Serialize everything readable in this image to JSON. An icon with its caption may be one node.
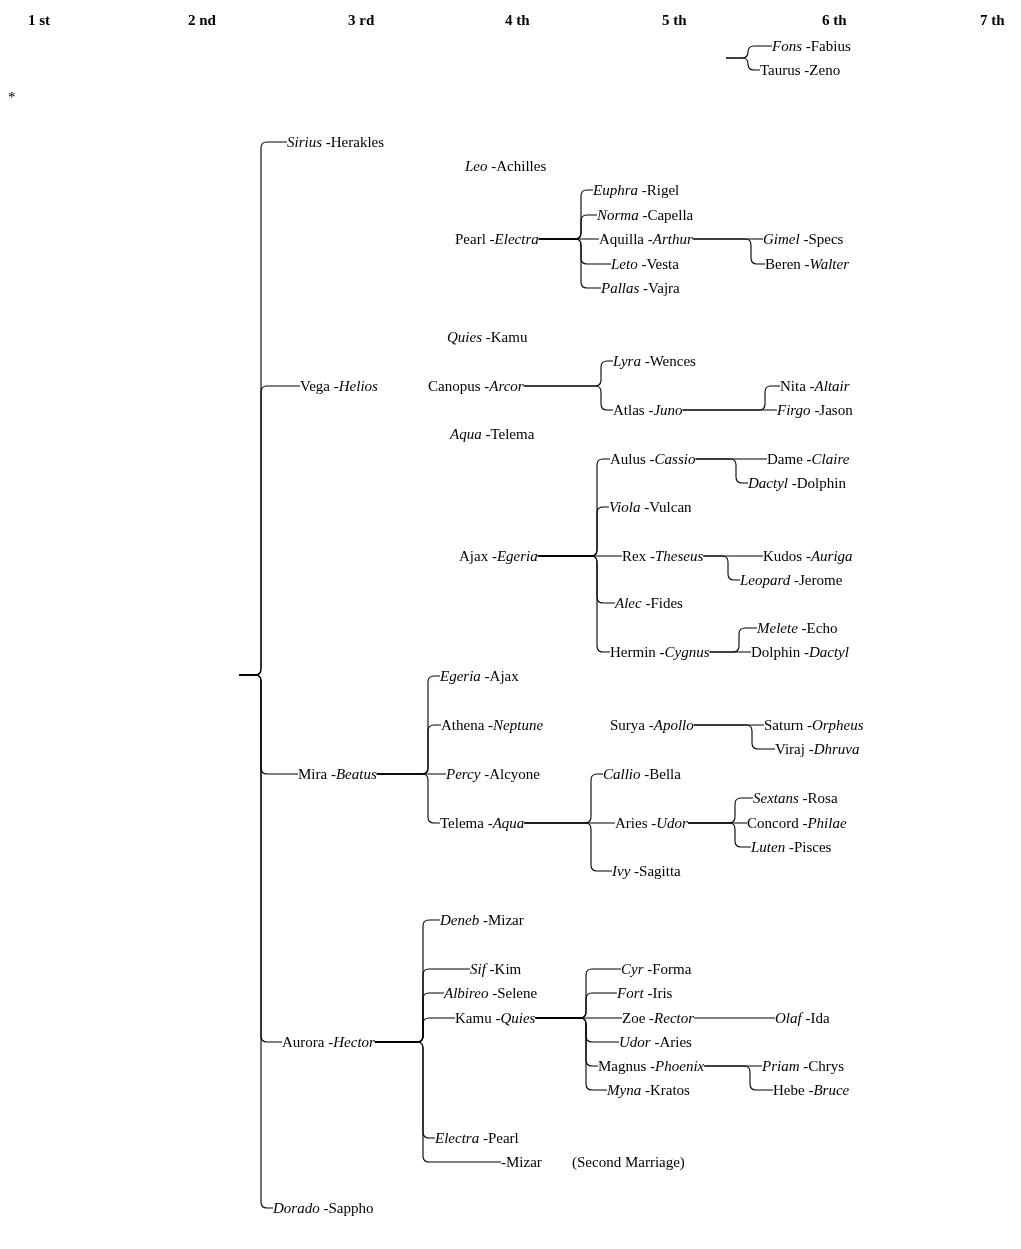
{
  "diagram": {
    "nodes": [
      {
        "text": [
          "*Fons* -Fabius"
        ]
      },
      {
        "text": [
          "Taurus -Zeno"
        ]
      },
      {
        "text": [
          "*Sirius* -Herakles"
        ]
      },
      {
        "text": [
          "*Leo* -Achilles"
        ]
      },
      {
        "text": [
          "Pearl *-Electra*"
        ]
      },
      {
        "text": [
          "*Euphra* -Rigel"
        ]
      },
      {
        "text": [
          "*Norma* -Capella"
        ]
      },
      {
        "text": [
          "Aquilla *-Arthur*"
        ]
      },
      {
        "text": [
          "*Gimel* -Specs"
        ]
      },
      {
        "text": [
          "Beren *-Walter*"
        ]
      },
      {
        "text": [
          "*Leto* -Vesta"
        ]
      },
      {
        "text": [
          "*Pallas* -Vajra"
        ]
      },
      {
        "text": [
          "Vega *-Helios*"
        ]
      },
      {
        "text": [
          "*Quies* -Kamu"
        ]
      },
      {
        "text": [
          "Canopus *-Arcor*"
        ]
      },
      {
        "text": [
          "*Lyra* -Wences"
        ]
      },
      {
        "text": [
          "Atlas *-Juno*"
        ]
      },
      {
        "text": [
          "Nita *-Altair*"
        ]
      },
      {
        "text": [
          "*Firgo* -Jason"
        ]
      },
      {
        "text": [
          "*Aqua* -Telema"
        ]
      },
      {
        "text": [
          "Ajax *-Egeria*"
        ]
      },
      {
        "text": [
          "Aulus *-Cassio*"
        ]
      },
      {
        "text": [
          "Dame *-Claire*"
        ]
      },
      {
        "text": [
          "*Dactyl* -Dolphin"
        ]
      },
      {
        "text": [
          "*Viola* -Vulcan"
        ]
      },
      {
        "text": [
          "Rex *-Theseus*"
        ]
      },
      {
        "text": [
          "Kudos *-Auriga*"
        ]
      },
      {
        "text": [
          "*Leopard* -Jerome"
        ]
      },
      {
        "text": [
          "*Alec* -Fides"
        ]
      },
      {
        "text": [
          "Hermin *-Cygnus*"
        ]
      },
      {
        "text": [
          "*Melete* -Echo"
        ]
      },
      {
        "text": [
          "Dolphin *-Dactyl*"
        ]
      },
      {
        "text": [
          "Mira *-Beatus*"
        ]
      },
      {
        "text": [
          "*Egeria* -Ajax"
        ]
      },
      {
        "text": [
          "Athena *-Neptune*"
        ]
      },
      {
        "text": [
          "Surya *-Apollo*"
        ]
      },
      {
        "text": [
          "Saturn *-Orpheus*"
        ]
      },
      {
        "text": [
          "Viraj *-Dhruva*"
        ]
      },
      {
        "text": [
          "*Percy* -Alcyone"
        ]
      },
      {
        "text": [
          "Telema *-Aqua*"
        ]
      },
      {
        "text": [
          "*Callio* -Bella"
        ]
      },
      {
        "text": [
          "Aries *-Udor*"
        ]
      },
      {
        "text": [
          "*Sextans* -Rosa"
        ]
      },
      {
        "text": [
          "Concord *-Philae*"
        ]
      },
      {
        "text": [
          "*Luten* -Pisces"
        ]
      },
      {
        "text": [
          "*Ivy* -Sagitta"
        ]
      },
      {
        "text": [
          "Aurora *-Hector*"
        ]
      },
      {
        "text": [
          "*Deneb* -Mizar"
        ]
      },
      {
        "text": [
          "*Sif* -Kim"
        ]
      },
      {
        "text": [
          "*Albireo* -Selene"
        ]
      },
      {
        "text": [
          "Kamu *-Quies*"
        ]
      },
      {
        "text": [
          "*Cyr* -Forma"
        ]
      },
      {
        "text": [
          "*Fort* -Iris"
        ]
      },
      {
        "text": [
          "Zoe *-Rector*"
        ]
      },
      {
        "text": [
          "*Olaf* -Ida"
        ]
      },
      {
        "text": [
          "*Udor* -Aries"
        ]
      },
      {
        "text": [
          "Magnus *-Phoenix*"
        ]
      },
      {
        "text": [
          "*Priam* -Chrys"
        ]
      },
      {
        "text": [
          "Hebe *-Bruce*"
        ]
      },
      {
        "text": [
          "*Myna* -Kratos"
        ]
      },
      {
        "text": [
          "*Electra* -Pearl"
        ]
      },
      {
        "text": [
          "-Mizar"
        ],
        "beside": [
          "(Second Marriage)"
        ]
      },
      {
        "text": [
          "*Dorado* -Sappho"
        ]
      }
    ],
    "edges": [
      {
        "from": null,
        "to": 0,
        "arrow": "none"
      },
      {
        "from": null,
        "to": 1,
        "arrow": "none"
      },
      {
        "from": null,
        "to": 2,
        "arrow": "none"
      },
      {
        "from": null,
        "to": 12,
        "arrow": "none"
      },
      {
        "from": null,
        "to": 32,
        "arrow": "none"
      },
      {
        "from": null,
        "to": 46,
        "arrow": "none"
      },
      {
        "from": null,
        "to": 62,
        "arrow": "none"
      },
      {
        "from": 4,
        "to": 5,
        "arrow": "none"
      },
      {
        "from": 4,
        "to": 6,
        "arrow": "none"
      },
      {
        "from": 4,
        "to": 7,
        "arrow": "none"
      },
      {
        "from": 4,
        "to": 10,
        "arrow": "none"
      },
      {
        "from": 4,
        "to": 11,
        "arrow": "none"
      },
      {
        "from": 7,
        "to": 8,
        "arrow": "none"
      },
      {
        "from": 7,
        "to": 9,
        "arrow": "none"
      },
      {
        "from": 14,
        "to": 15,
        "arrow": "none"
      },
      {
        "from": 14,
        "to": 16,
        "arrow": "none"
      },
      {
        "from": 16,
        "to": 17,
        "arrow": "none"
      },
      {
        "from": 16,
        "to": 18,
        "arrow": "none"
      },
      {
        "from": 20,
        "to": 21,
        "arrow": "none"
      },
      {
        "from": 20,
        "to": 24,
        "arrow": "none"
      },
      {
        "from": 20,
        "to": 25,
        "arrow": "none"
      },
      {
        "from": 20,
        "to": 28,
        "arrow": "none"
      },
      {
        "from": 20,
        "to": 29,
        "arrow": "none"
      },
      {
        "from": 21,
        "to": 22,
        "arrow": "none"
      },
      {
        "from": 21,
        "to": 23,
        "arrow": "none"
      },
      {
        "from": 25,
        "to": 26,
        "arrow": "none"
      },
      {
        "from": 25,
        "to": 27,
        "arrow": "none"
      },
      {
        "from": 29,
        "to": 30,
        "arrow": "none"
      },
      {
        "from": 29,
        "to": 31,
        "arrow": "none"
      },
      {
        "from": 32,
        "to": 33,
        "arrow": "none"
      },
      {
        "from": 32,
        "to": 34,
        "arrow": "none"
      },
      {
        "from": 32,
        "to": 38,
        "arrow": "none"
      },
      {
        "from": 32,
        "to": 39,
        "arrow": "none"
      },
      {
        "from": 35,
        "to": 36,
        "arrow": "none"
      },
      {
        "from": 35,
        "to": 37,
        "arrow": "none"
      },
      {
        "from": 39,
        "to": 40,
        "arrow": "none"
      },
      {
        "from": 39,
        "to": 41,
        "arrow": "none"
      },
      {
        "from": 39,
        "to": 45,
        "arrow": "none"
      },
      {
        "from": 41,
        "to": 42,
        "arrow": "none"
      },
      {
        "from": 41,
        "to": 43,
        "arrow": "none"
      },
      {
        "from": 41,
        "to": 44,
        "arrow": "none"
      },
      {
        "from": 46,
        "to": 47,
        "arrow": "none"
      },
      {
        "from": 46,
        "to": 48,
        "arrow": "none"
      },
      {
        "from": 46,
        "to": 49,
        "arrow": "none"
      },
      {
        "from": 46,
        "to": 50,
        "arrow": "none"
      },
      {
        "from": 46,
        "to": 60,
        "arrow": "none"
      },
      {
        "from": 46,
        "to": 61,
        "arrow": "none"
      },
      {
        "from": 50,
        "to": 51,
        "arrow": "none"
      },
      {
        "from": 50,
        "to": 52,
        "arrow": "none"
      },
      {
        "from": 50,
        "to": 53,
        "arrow": "none"
      },
      {
        "from": 50,
        "to": 55,
        "arrow": "none"
      },
      {
        "from": 50,
        "to": 56,
        "arrow": "none"
      },
      {
        "from": 50,
        "to": 59,
        "arrow": "none"
      },
      {
        "from": 53,
        "to": 54,
        "arrow": "none"
      },
      {
        "from": 56,
        "to": 57,
        "arrow": "none"
      },
      {
        "from": 56,
        "to": 58,
        "arrow": "none"
      }
    ],
    "labels": [
      "1 st",
      "2 nd",
      "3 rd",
      "4 th",
      "5 th",
      "6 th",
      "7 th",
      "*"
    ]
  }
}
